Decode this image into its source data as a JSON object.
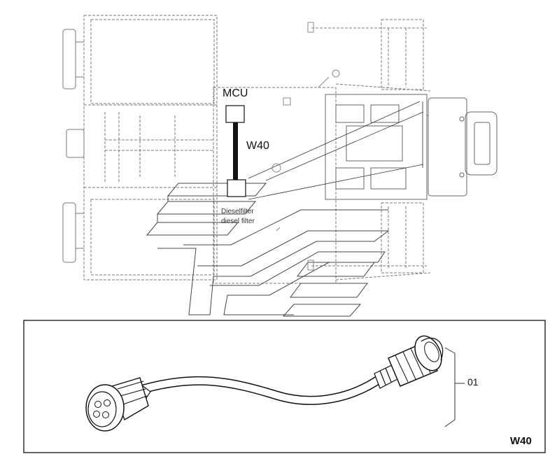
{
  "labels": {
    "module": "MCU",
    "cable_top": "W40",
    "component_de": "Dieselfilter",
    "component_en": "diesel filter",
    "part_number": "01",
    "cable_detail": "W40"
  },
  "colors": {
    "line": "#555555",
    "light": "#8a8a8a",
    "cable": "#111111",
    "frame": "#222222"
  }
}
